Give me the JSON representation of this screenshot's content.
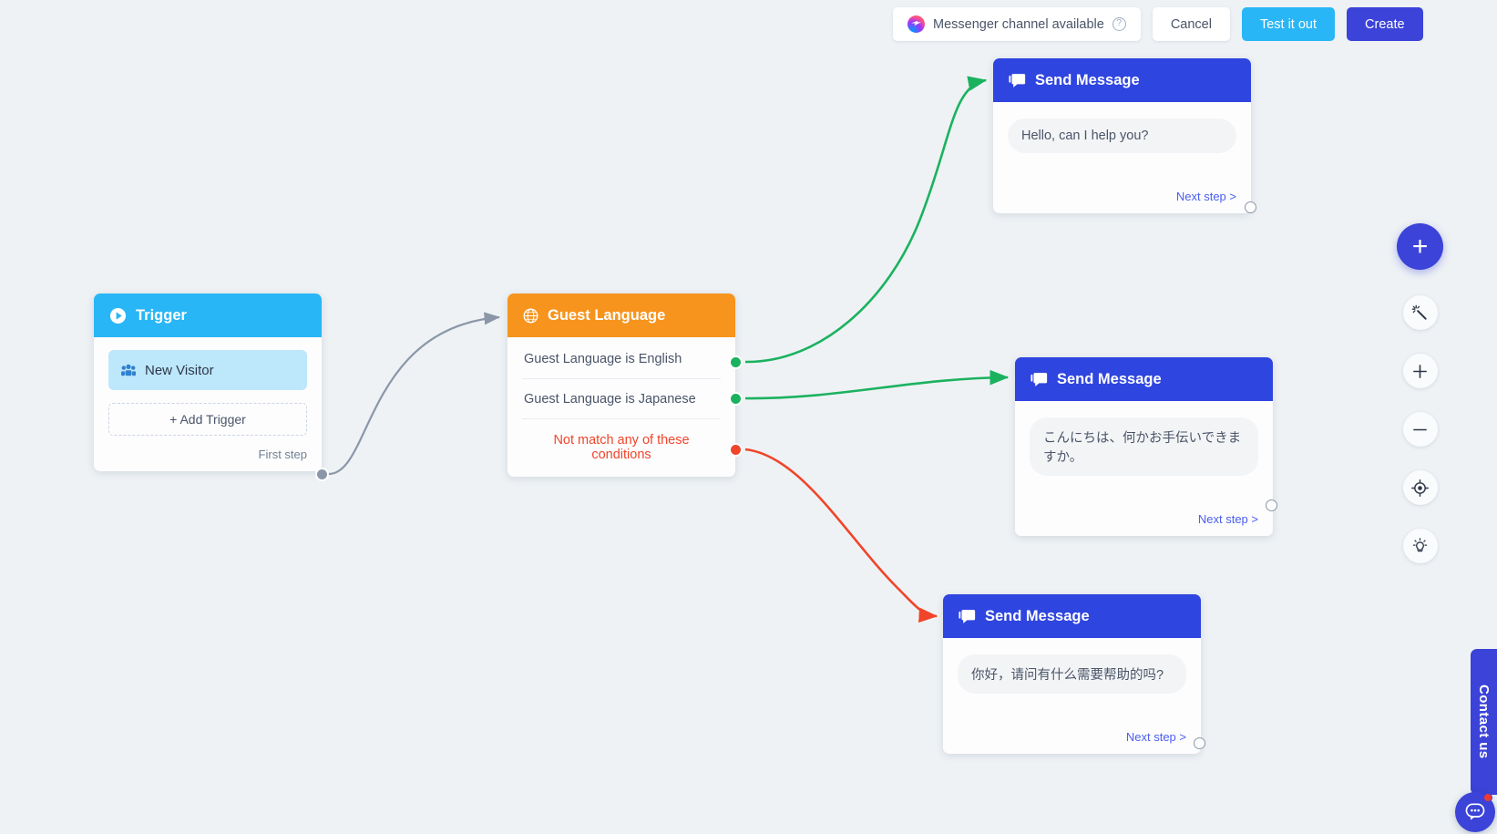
{
  "toolbar": {
    "channel_label": "Messenger channel available",
    "messenger_icon": "messenger-icon",
    "help_icon": "?",
    "cancel_label": "Cancel",
    "test_label": "Test it out",
    "create_label": "Create"
  },
  "nodes": {
    "trigger": {
      "title": "Trigger",
      "icon": "play-circle-icon",
      "trigger_item": "New Visitor",
      "trigger_item_icon": "users-icon",
      "add_label": "+ Add Trigger",
      "footer_label": "First step"
    },
    "condition": {
      "title": "Guest Language",
      "icon": "globe-icon",
      "rows": [
        "Guest Language is English",
        "Guest Language is Japanese"
      ],
      "no_match_label": "Not match any of these conditions"
    },
    "message_en": {
      "title": "Send Message",
      "icon": "chat-icon",
      "bubble": "Hello, can I help you?",
      "next_label": "Next step >"
    },
    "message_ja": {
      "title": "Send Message",
      "icon": "chat-icon",
      "bubble": "こんにちは、何かお手伝いできますか。",
      "next_label": "Next step >"
    },
    "message_zh": {
      "title": "Send Message",
      "icon": "chat-icon",
      "bubble": "你好，请问有什么需要帮助的吗?",
      "next_label": "Next step >"
    }
  },
  "rail": {
    "add_label": "+",
    "items": [
      {
        "name": "magic-wand-icon"
      },
      {
        "name": "zoom-in-icon"
      },
      {
        "name": "zoom-out-icon"
      },
      {
        "name": "recenter-icon"
      },
      {
        "name": "lightbulb-icon"
      }
    ]
  },
  "contact": {
    "tab_label": "Contact us",
    "fab_icon": "chat-bubble-icon"
  },
  "colors": {
    "canvas_bg": "#eef2f5",
    "trigger_header": "#29b6f6",
    "condition_header": "#f7941d",
    "message_header": "#2f45e0",
    "create_button": "#3b43d8",
    "test_button": "#29b6f6",
    "match_edge": "#1bb25f",
    "nomatch_edge": "#f0452a",
    "default_edge": "#8b97a8"
  }
}
